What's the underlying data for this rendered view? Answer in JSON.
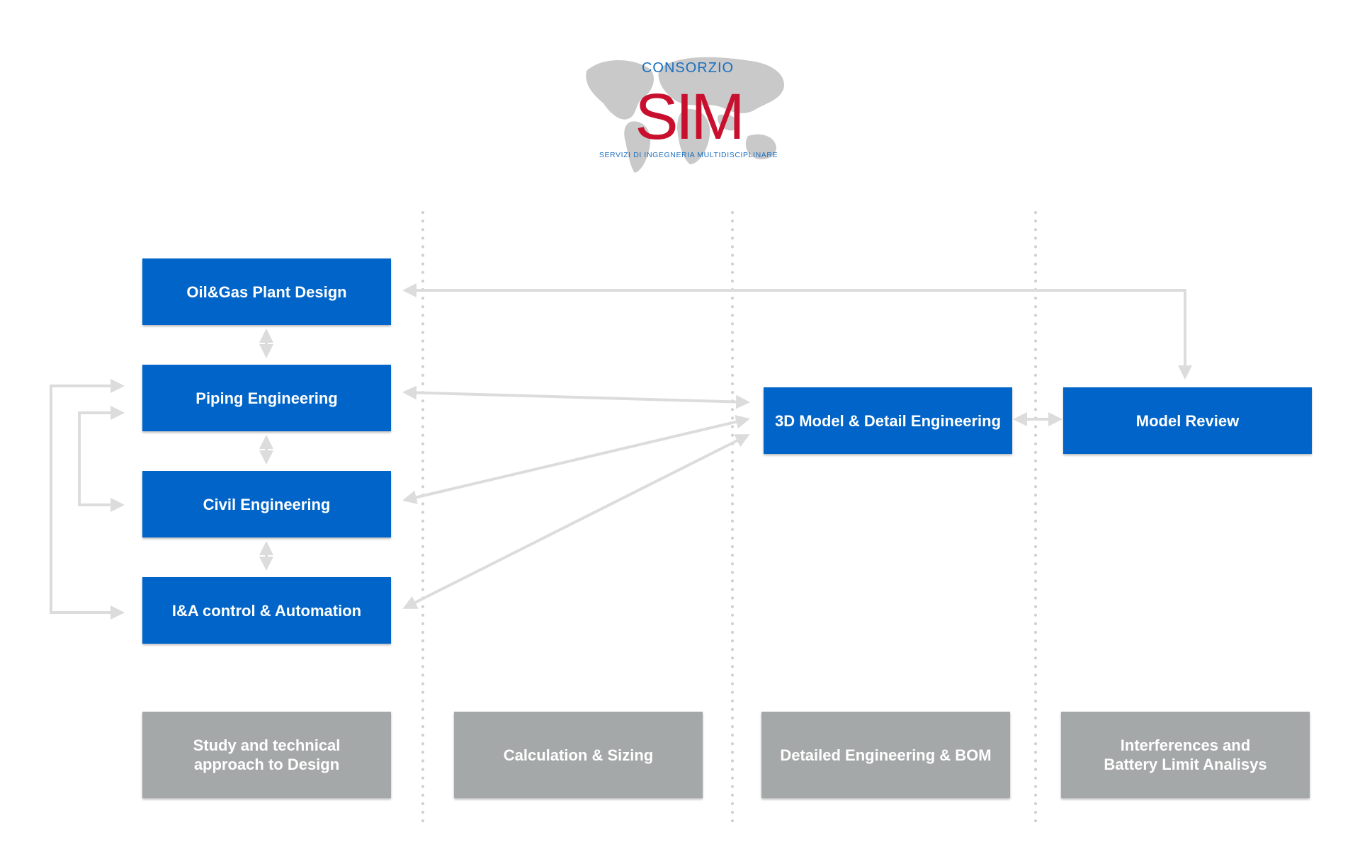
{
  "logo": {
    "top_text": "CONSORZIO",
    "main_text": "SIM",
    "tagline": "SERVIZI DI INGEGNERIA MULTIDISCIPLINARE"
  },
  "boxes": {
    "oilgas": "Oil&Gas Plant Design",
    "piping": "Piping Engineering",
    "civil": "Civil Engineering",
    "ia": "I&A control & Automation",
    "model3d": "3D Model & Detail Engineering",
    "review": "Model Review"
  },
  "phases": {
    "study": "Study and technical\napproach to Design",
    "calc": "Calculation & Sizing",
    "detail": "Detailed Engineering & BOM",
    "interf": "Interferences and\nBattery Limit Analisys"
  },
  "colors": {
    "box_blue": "#0064c8",
    "box_gray": "#a5a8a8",
    "arrow": "#dcdcdc",
    "divider": "#d0d0d0",
    "logo_red": "#c8102e",
    "logo_blue": "#1a6fc0",
    "map_gray": "#c9c9c9"
  }
}
